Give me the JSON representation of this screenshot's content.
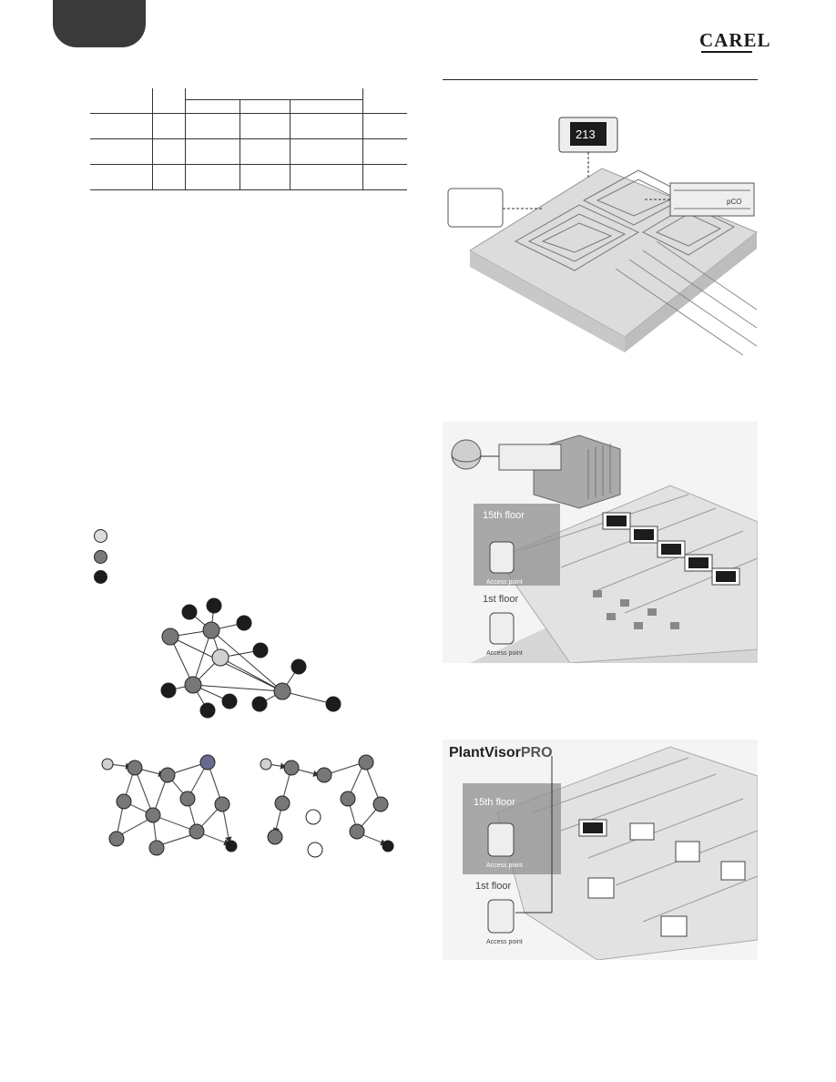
{
  "header": {
    "logo": "CAREL"
  },
  "illustrations": {
    "network": {
      "floor_upper": "15th floor",
      "floor_lower": "1st floor",
      "access_point": "Access point"
    },
    "plantvisor": {
      "brand_plain": "PlantVisor",
      "brand_bold": "PRO",
      "floor_upper": "15th floor",
      "floor_lower": "1st floor",
      "access_point": "Access point"
    }
  },
  "colors": {
    "tab": "#3a3a3a",
    "panel": "#e6e6e6",
    "node_light": "#cfcfcf",
    "node_mid": "#777777",
    "node_dark": "#1c1c1c"
  }
}
